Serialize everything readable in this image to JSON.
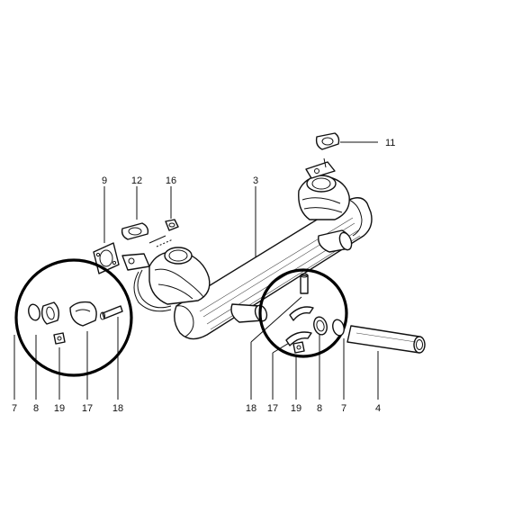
{
  "callouts": {
    "c11": "11",
    "c9": "9",
    "c12": "12",
    "c16": "16",
    "c3": "3",
    "left_7": "7",
    "left_8": "8",
    "left_19": "19",
    "left_17": "17",
    "left_18": "18",
    "right_18": "18",
    "right_17": "17",
    "right_19": "19",
    "right_8": "8",
    "right_7": "7",
    "c4": "4"
  }
}
